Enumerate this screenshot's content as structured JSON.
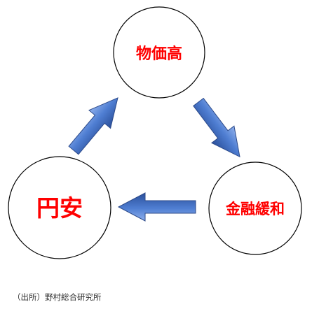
{
  "diagram": {
    "nodes": {
      "top": {
        "label": "物価高"
      },
      "right": {
        "label": "金融緩和"
      },
      "left": {
        "label": "円安"
      }
    },
    "colors": {
      "label": "#ff0000",
      "arrow_fill": "#4a72c4",
      "arrow_stroke": "#2c4a8a",
      "circle_stroke": "#000000"
    }
  },
  "footer": {
    "source": "（出所）野村総合研究所"
  }
}
